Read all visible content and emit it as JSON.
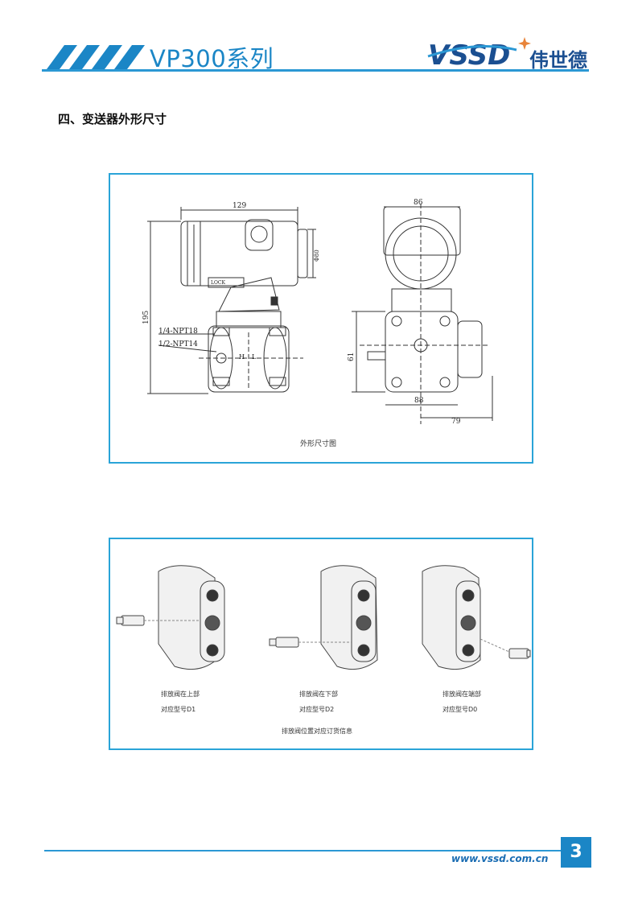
{
  "header": {
    "series_title": "VP300系列",
    "logo_text": "VSSD",
    "logo_cn": "伟世德",
    "accent_color": "#1b86c6",
    "logo_color": "#1b4f91"
  },
  "section": {
    "title": "四、变送器外形尺寸"
  },
  "figure1": {
    "caption": "外形尺寸图",
    "dims": {
      "top_width": "129",
      "height": "195",
      "pipe_upper": "1/4-NPT18",
      "pipe_lower": "1/2-NPT14",
      "lock": "LOCK",
      "diameter": "Φ80",
      "side_width": "86",
      "side_height": "61",
      "bottom_width": "88",
      "offset": "79",
      "h_label": "H",
      "l_label": "L"
    }
  },
  "figure2": {
    "items": [
      {
        "line1": "排放阀在上部",
        "line2": "对应型号D1"
      },
      {
        "line1": "排放阀在下部",
        "line2": "对应型号D2"
      },
      {
        "line1": "排放阀在端部",
        "line2": "对应型号D0"
      }
    ],
    "caption": "排放阀位置对应订货信息"
  },
  "footer": {
    "url": "www.vssd.com.cn",
    "page_number": "3"
  }
}
